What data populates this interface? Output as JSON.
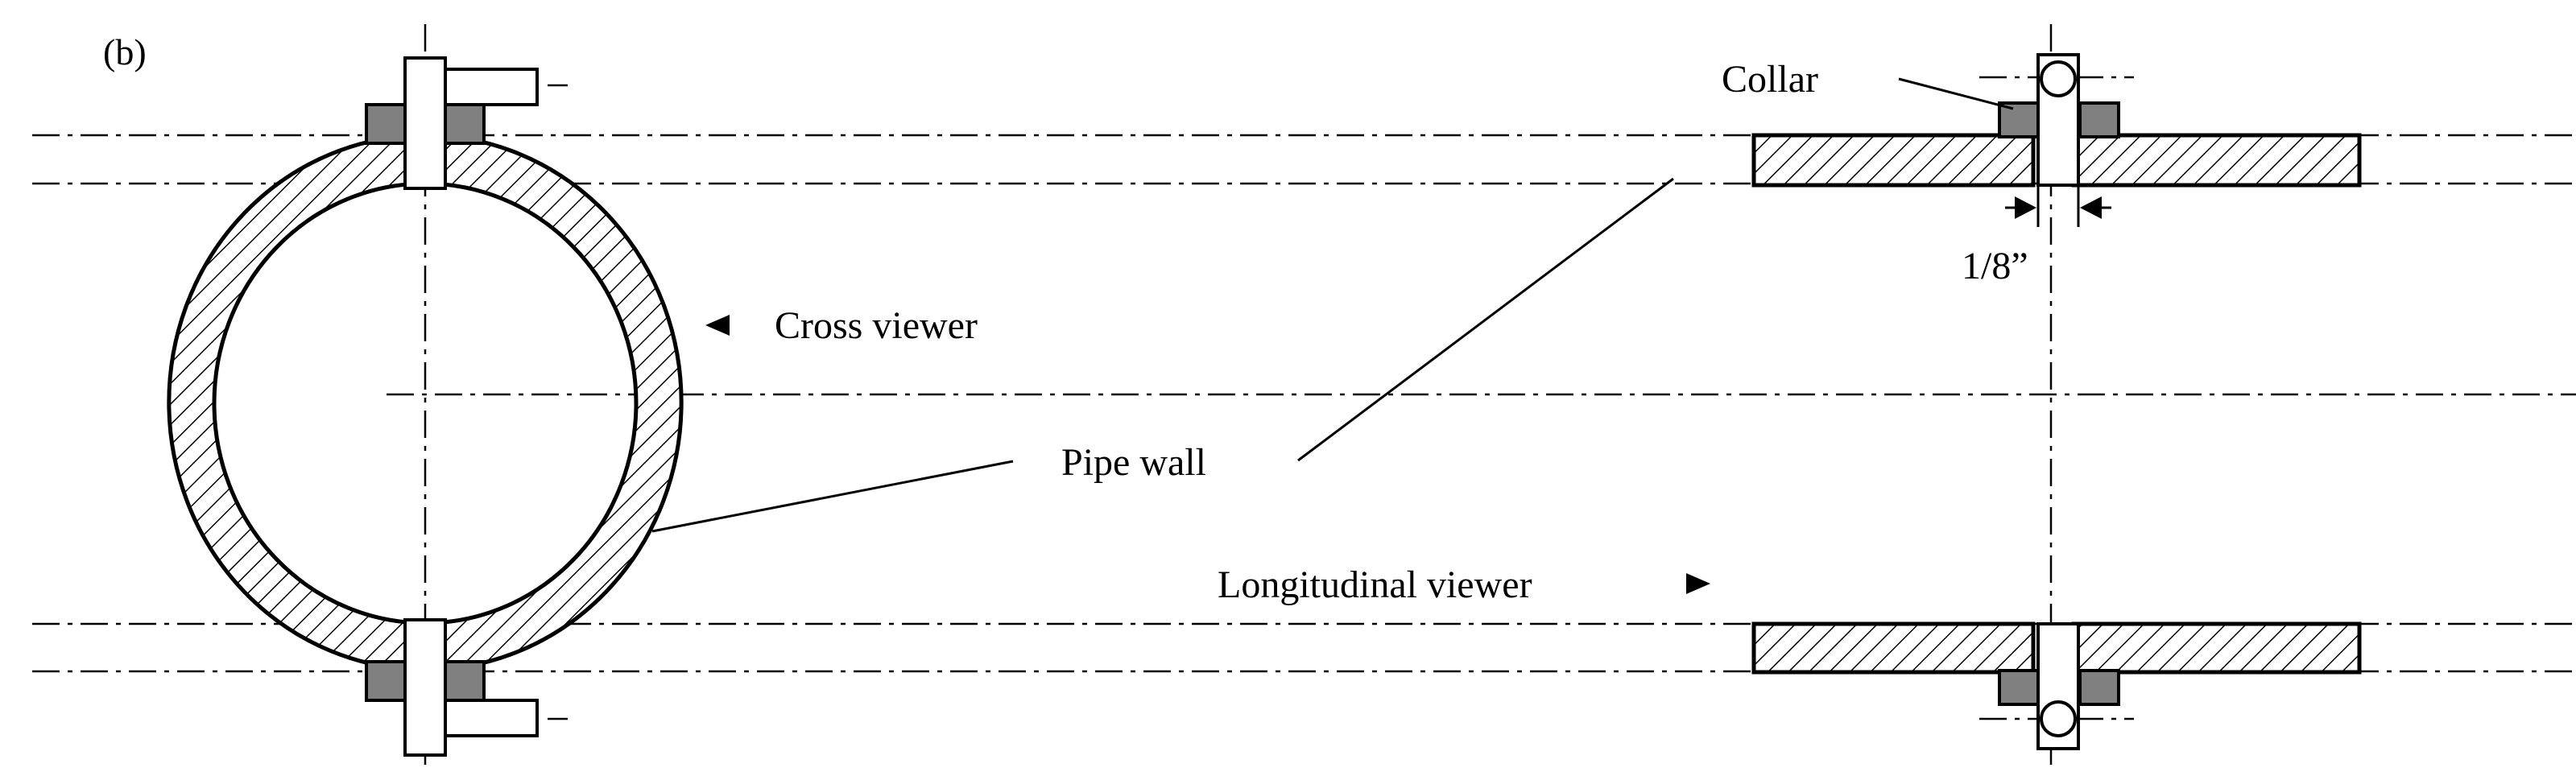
{
  "diagram": {
    "panel_label": "(b)",
    "labels": {
      "collar": "Collar",
      "gap": "1/8”",
      "cross_viewer": "Cross viewer",
      "pipe_wall": "Pipe wall",
      "longitudinal_viewer": "Longitudinal viewer"
    },
    "colors": {
      "line": "#000000",
      "collar_fill": "#808080",
      "background": "#ffffff"
    }
  }
}
